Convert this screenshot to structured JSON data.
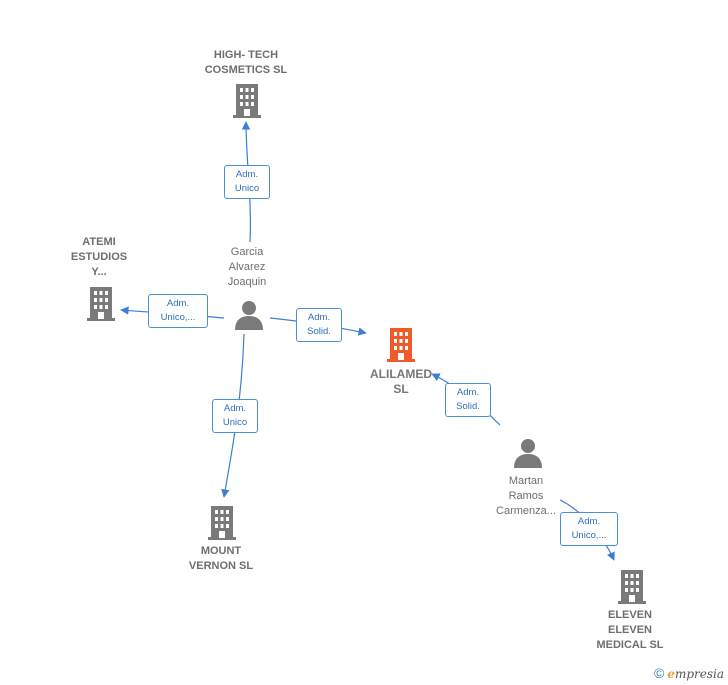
{
  "nodes": {
    "high_tech": {
      "label": "HIGH- TECH\nCOSMETICS SL",
      "type": "company"
    },
    "atemi": {
      "label": "ATEMI\nESTUDIOS\nY...",
      "type": "company"
    },
    "garcia": {
      "label": "Garcia\nAlvarez\nJoaquin",
      "type": "person"
    },
    "alilamed": {
      "label": "ALILAMED\nSL",
      "type": "company-main"
    },
    "mount_vernon": {
      "label": "MOUNT\nVERNON SL",
      "type": "company"
    },
    "martan": {
      "label": "Martan\nRamos\nCarmenza...",
      "type": "person"
    },
    "eleven": {
      "label": "ELEVEN\nELEVEN\nMEDICAL  SL",
      "type": "company"
    }
  },
  "edges": {
    "garcia_hightech": "Adm.\nUnico",
    "garcia_atemi": "Adm.\nUnico,...",
    "garcia_alilamed": "Adm.\nSolid.",
    "garcia_mount": "Adm.\nUnico",
    "martan_alilamed": "Adm.\nSolid.",
    "martan_eleven": "Adm.\nUnico,..."
  },
  "colors": {
    "edge": "#3a7fd0",
    "building": "#7a7a7a",
    "building_main": "#f05a28",
    "person": "#7a7a7a"
  },
  "watermark": {
    "symbol": "©",
    "brand_initial": "e",
    "brand_rest": "mpresia"
  }
}
